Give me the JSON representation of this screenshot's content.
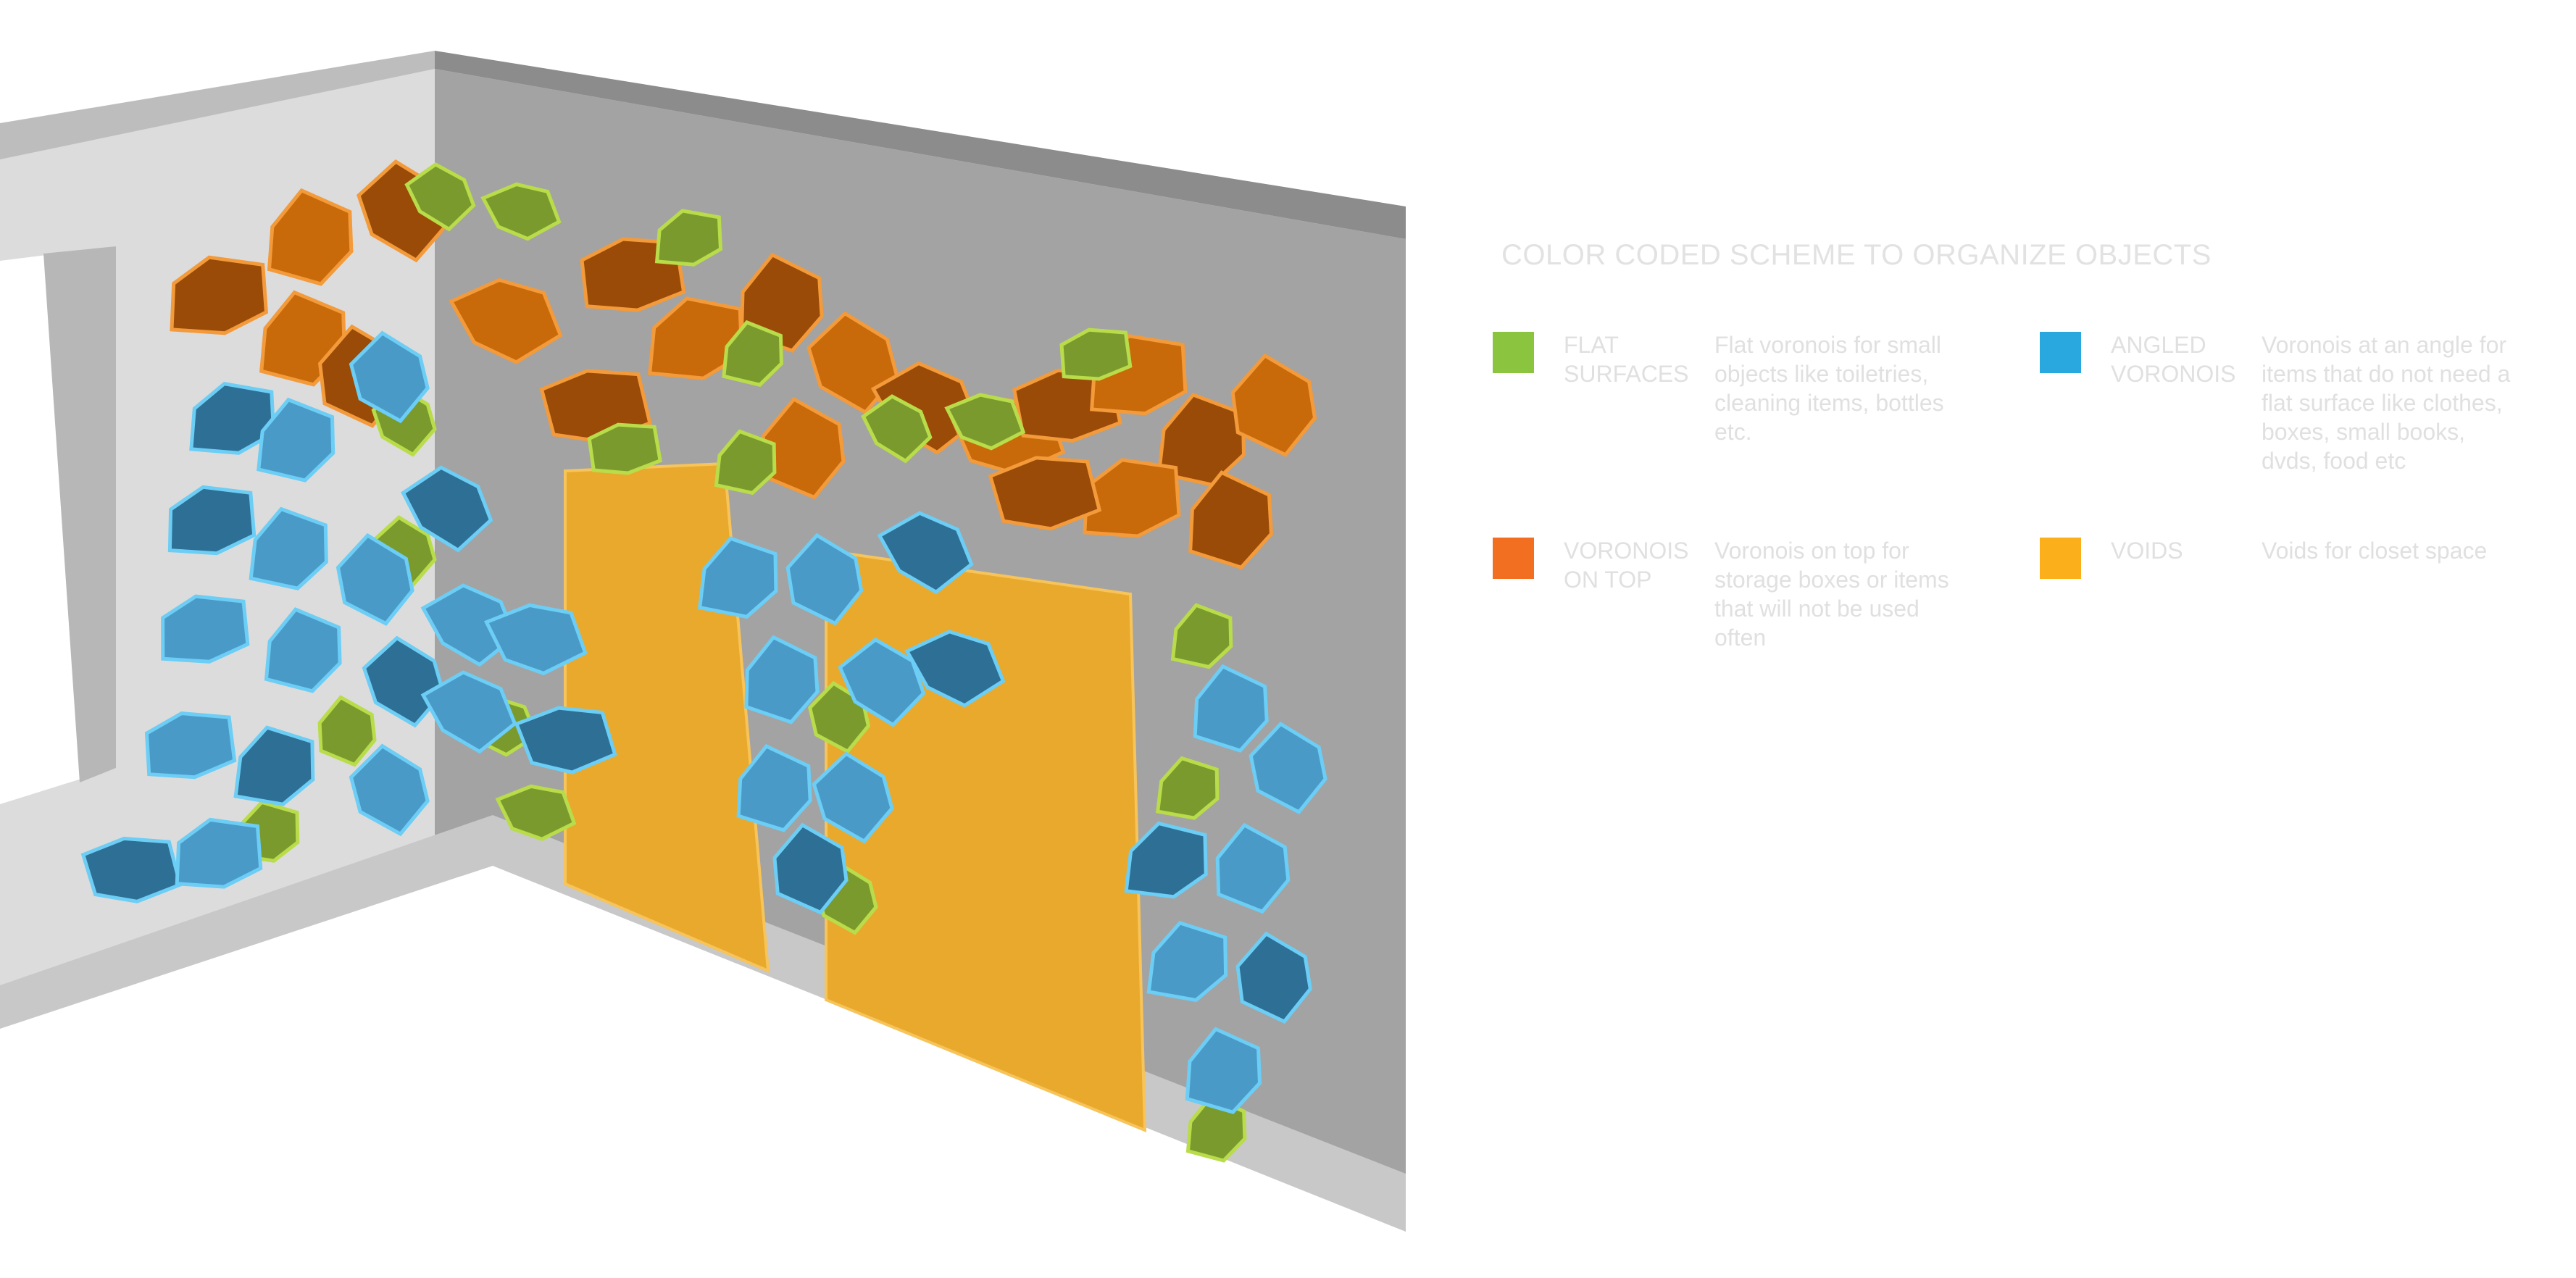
{
  "legend": {
    "title": "COLOR CODED SCHEME TO ORGANIZE OBJECTS",
    "items": [
      {
        "name": "FLAT\nSURFACES",
        "description": "Flat voronois for small objects like toiletries, cleaning items, bottles etc.",
        "color": "#8bc43f"
      },
      {
        "name": "ANGLED\nVORONOIS",
        "description": "Voronois at an angle for items that do not need a flat surface like clothes, boxes, small books, dvds, food etc",
        "color": "#29a8e0"
      },
      {
        "name": "VORONOIS\nON TOP",
        "description": "Voronois on top for storage boxes or items that will not be used often",
        "color": "#f26f22"
      },
      {
        "name": "VOIDS",
        "description": "Voids for closet space",
        "color": "#fbb01b"
      }
    ]
  },
  "scene_colors": {
    "flat": "#7a9a2e",
    "flat_edge": "#b9dc4a",
    "angled": "#4a9ac8",
    "angled_dark": "#2d6f95",
    "angled_edge": "#6ccdf5",
    "top": "#c86a0a",
    "top_dark": "#9a4b08",
    "top_edge": "#f39a3a",
    "void": "#e9a92d",
    "wall_back": "#a3a3a3",
    "wall_side": "#dcdcdc"
  }
}
